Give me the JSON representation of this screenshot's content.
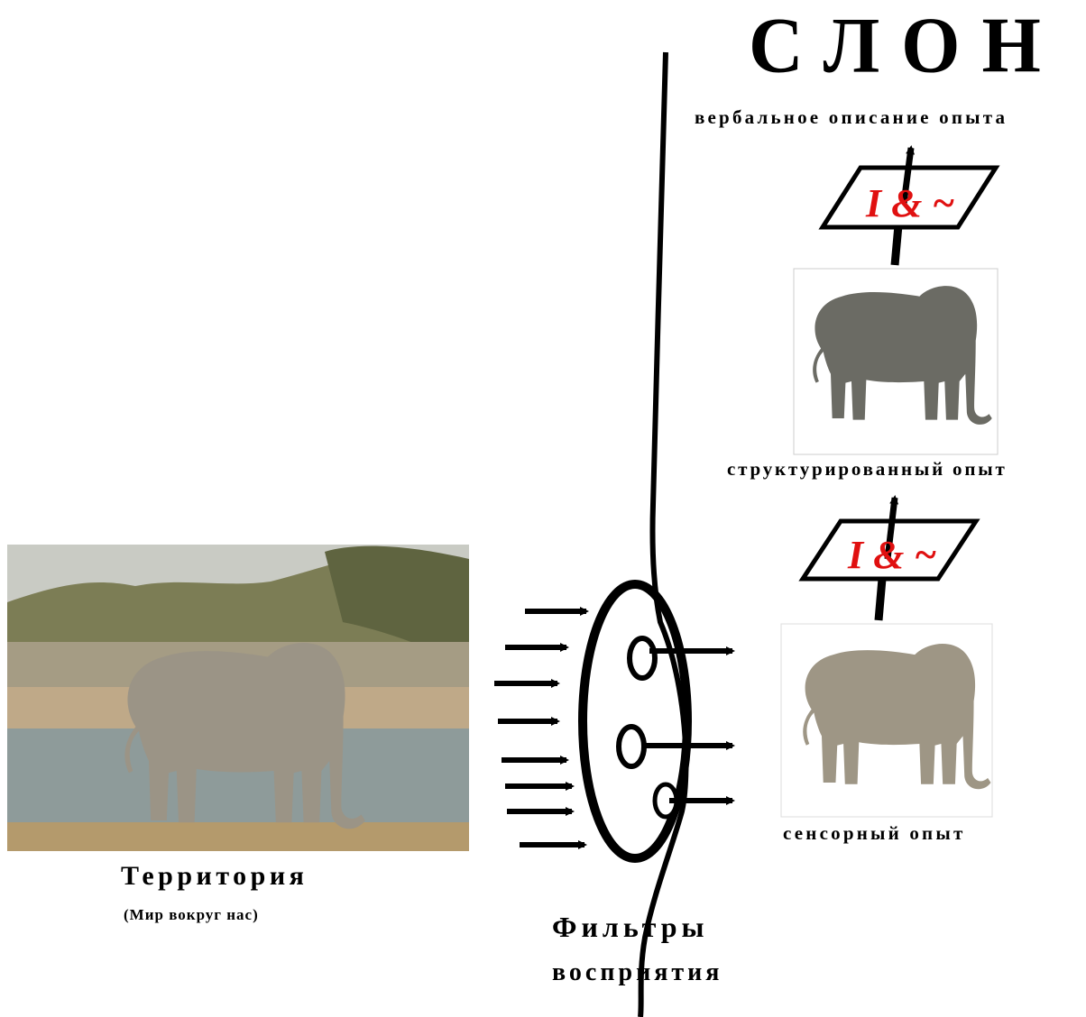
{
  "title": "СЛОН",
  "labels": {
    "verbal": "вербальное описание опыта",
    "structured": "структурированный опыт",
    "sensory": "сенсорный опыт",
    "territory": "Территория",
    "territory_sub": "(Мир вокруг нас)",
    "filters_line1": "Фильтры",
    "filters_line2": "восприятия"
  },
  "filter_symbols": "I & ~",
  "colors": {
    "filter_symbol": "#e01010",
    "silhouette": "#6b6b64",
    "line": "#000000",
    "sky": "#c9cbc4",
    "water": "#8e9b9a",
    "ground": "#b49a6c"
  }
}
